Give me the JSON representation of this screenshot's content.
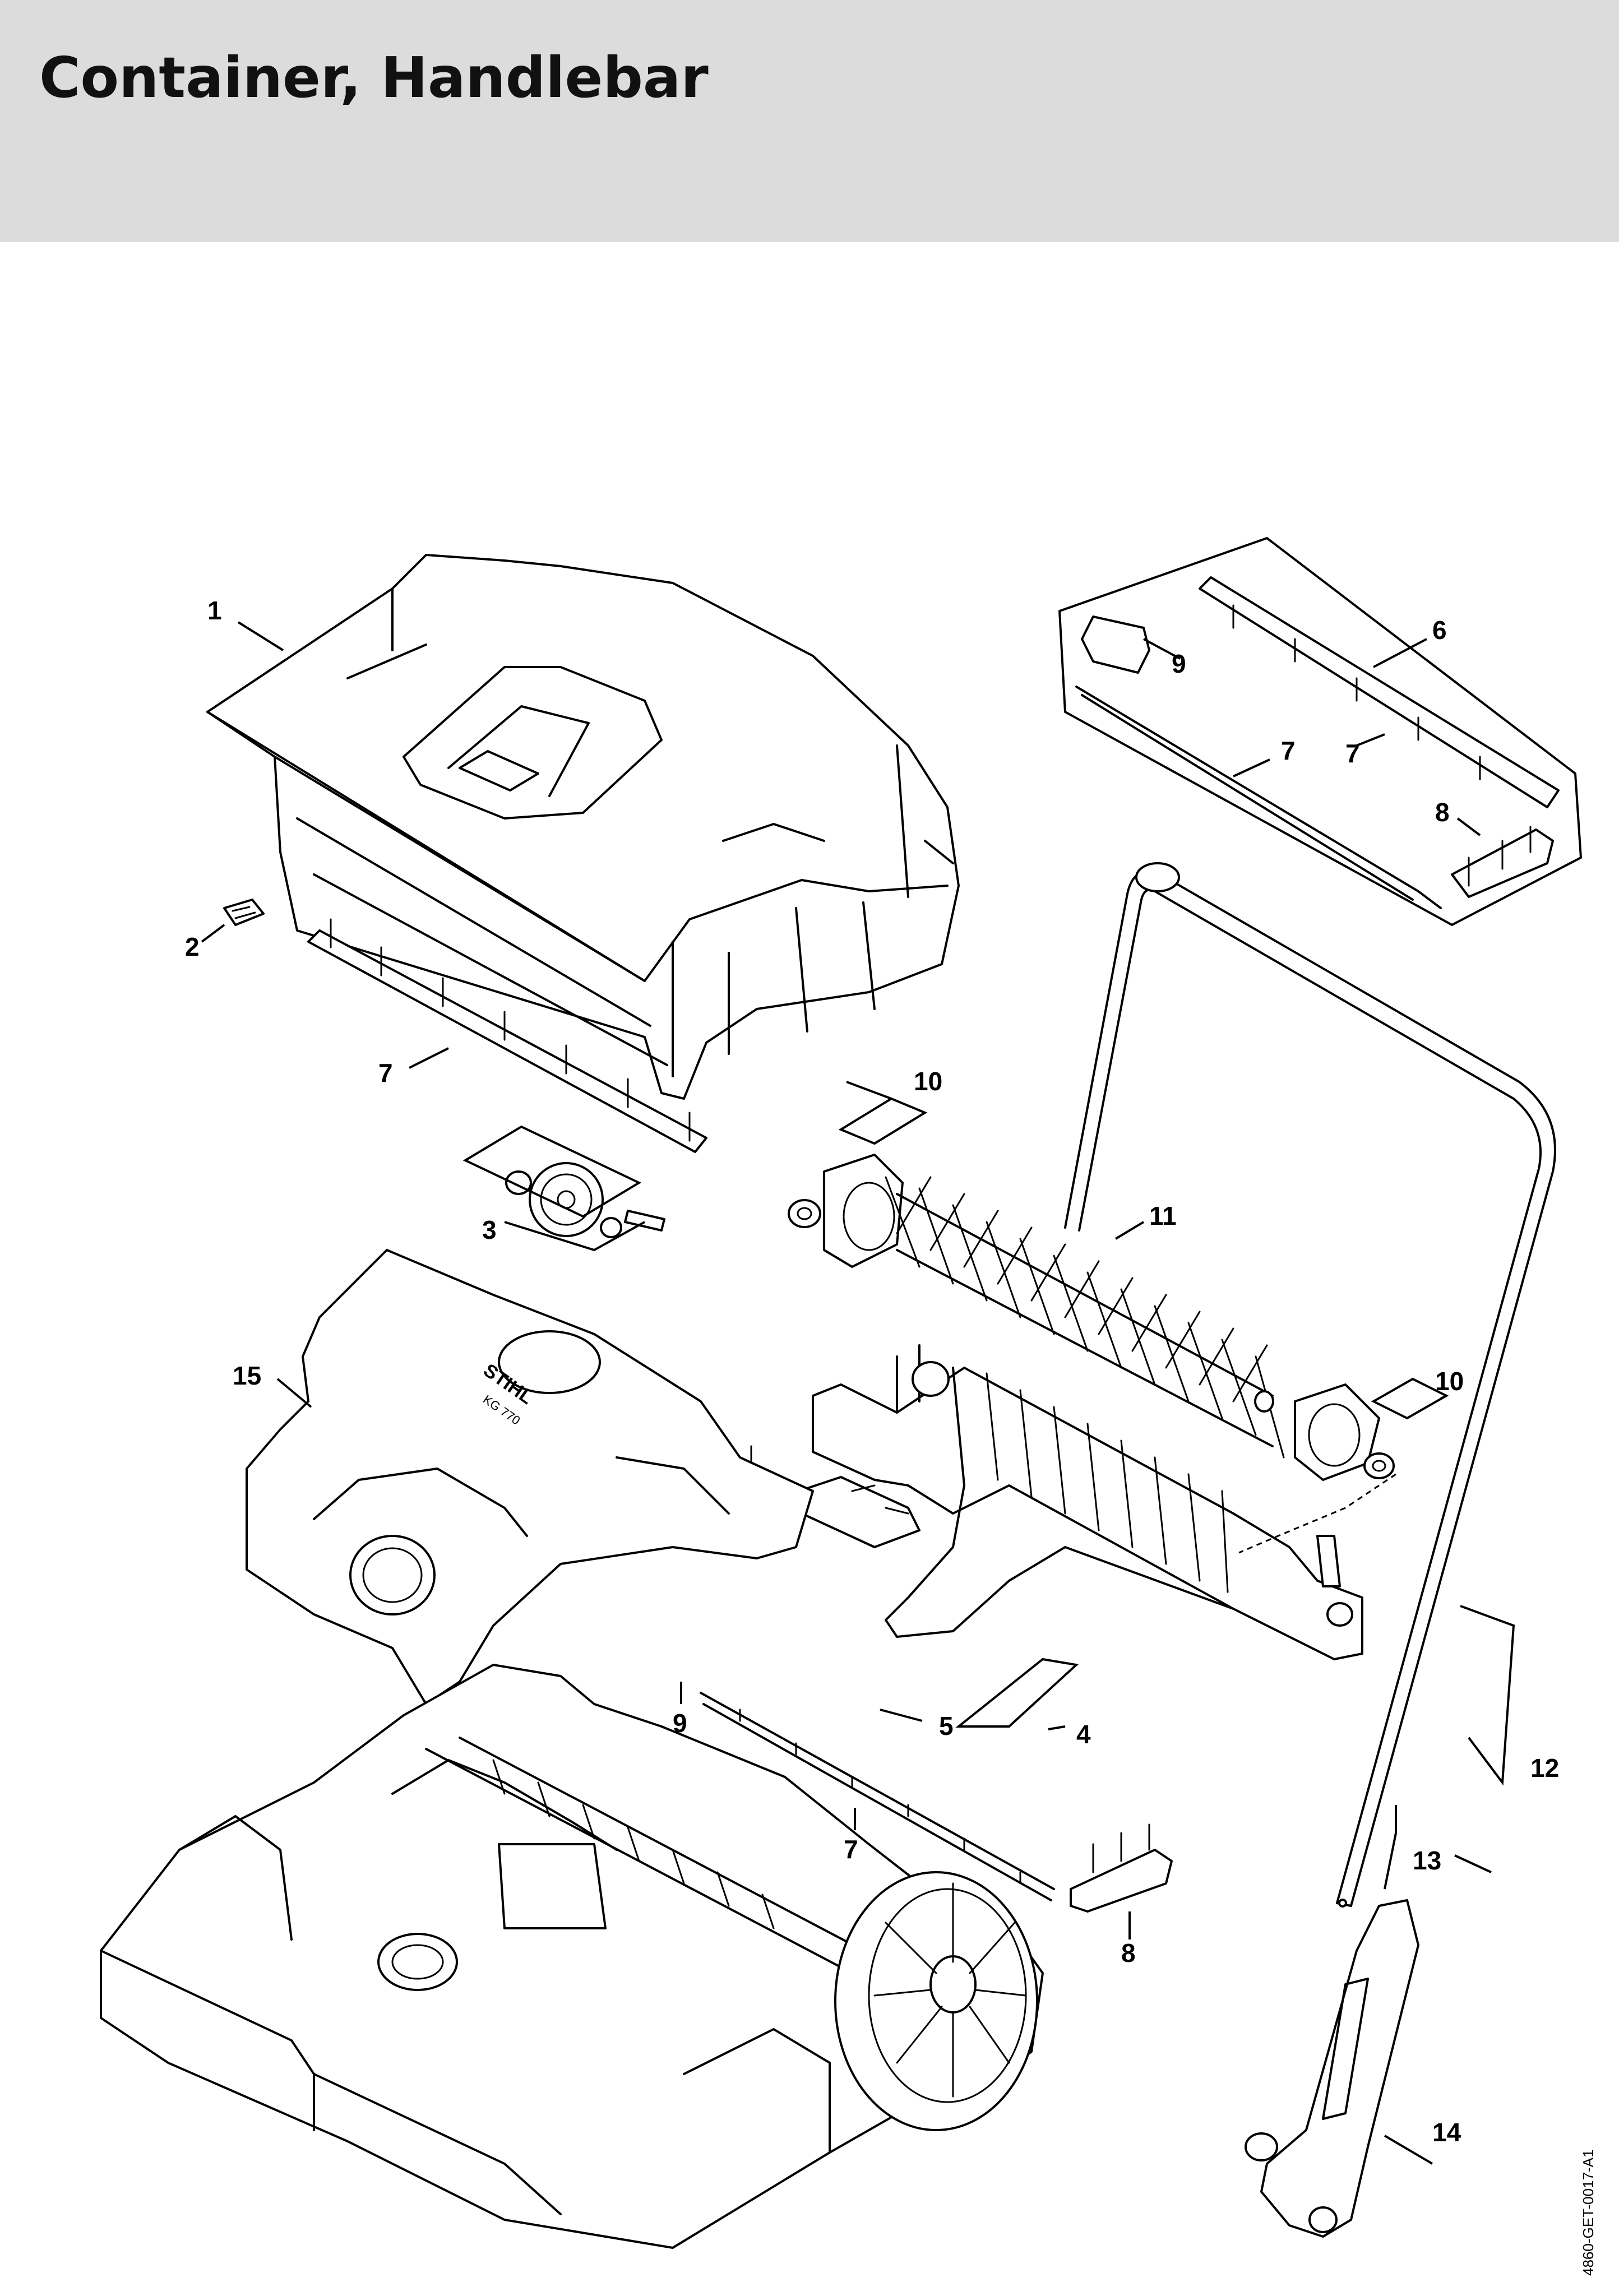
{
  "page": {
    "title": "Container, Handlebar",
    "drawing_code": "4860-GET-0017-A1"
  },
  "diagram": {
    "callouts": {
      "c1": "1",
      "c2": "2",
      "c3": "3",
      "c4": "4",
      "c5": "5",
      "c6": "6",
      "c7a": "7",
      "c7b": "7",
      "c7c": "7",
      "c7d": "7",
      "c8a": "8",
      "c8b": "8",
      "c9a": "9",
      "c9b": "9",
      "c10a": "10",
      "c10b": "10",
      "c11": "11",
      "c12": "12",
      "c13": "13",
      "c14": "14",
      "c15": "15"
    },
    "brand_text": "STIHL",
    "model_text": "KG 770"
  }
}
